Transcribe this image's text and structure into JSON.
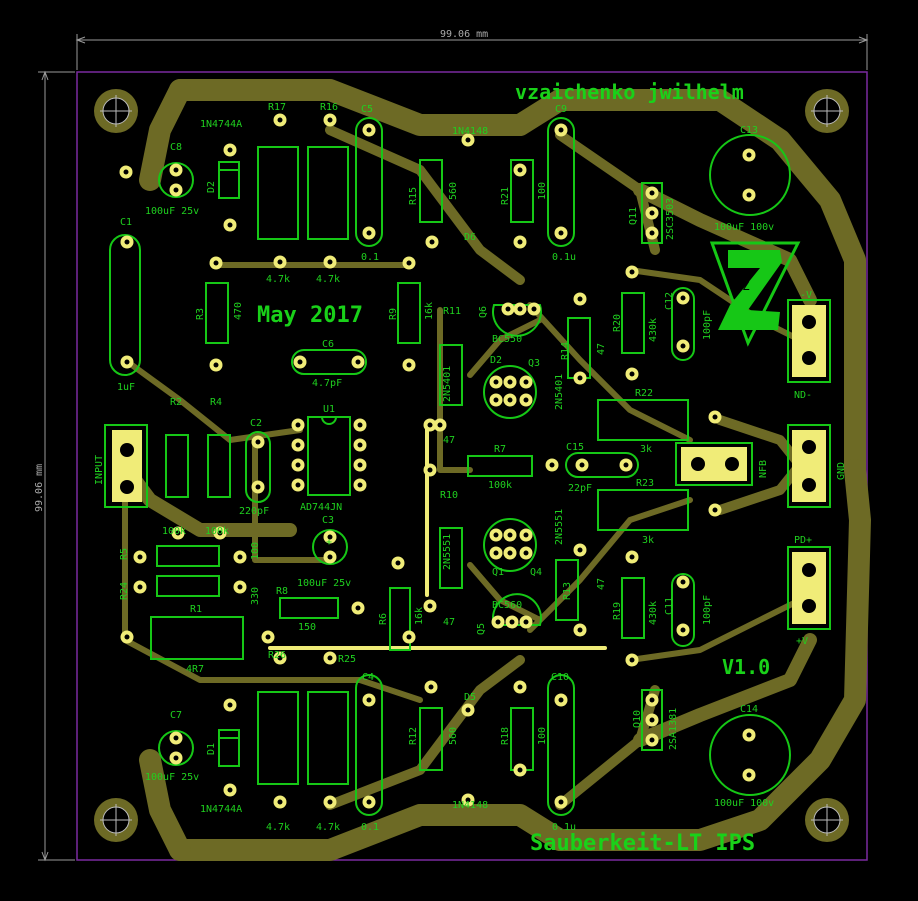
{
  "dimensions": {
    "width": "99.06 mm",
    "height": "99.06 mm"
  },
  "board_title": "Sauberkeit-LT IPS",
  "authors": "vzaichenko jwilhelm",
  "date": "May 2017",
  "version": "V1.0",
  "colors": {
    "background": "#000000",
    "copper": "#6d6a25",
    "pad": "#f0ec78",
    "silkscreen": "#16c716",
    "outline": "#7a2aa0",
    "dimension": "#aaaaaa"
  },
  "logo": "Z",
  "labels": [
    {
      "id": "d2-type",
      "text": "1N4744A"
    },
    {
      "id": "c8-name",
      "text": "C8"
    },
    {
      "id": "c8-val",
      "text": "100uF 25v"
    },
    {
      "id": "d2-name",
      "text": "D2"
    },
    {
      "id": "r17-name",
      "text": "R17"
    },
    {
      "id": "r16-name",
      "text": "R16"
    },
    {
      "id": "r17-val",
      "text": "4.7k"
    },
    {
      "id": "r16-val",
      "text": "4.7k"
    },
    {
      "id": "c5-name",
      "text": "C5"
    },
    {
      "id": "c5-val",
      "text": "0.1"
    },
    {
      "id": "c9-name",
      "text": "C9"
    },
    {
      "id": "c9-val",
      "text": "0.1u"
    },
    {
      "id": "d6-type",
      "text": "1N4148"
    },
    {
      "id": "d6-name",
      "text": "D6"
    },
    {
      "id": "r15-name",
      "text": "R15"
    },
    {
      "id": "r15-val",
      "text": "560"
    },
    {
      "id": "r21-name",
      "text": "R21"
    },
    {
      "id": "r21-val",
      "text": "100"
    },
    {
      "id": "q11-name",
      "text": "Q11"
    },
    {
      "id": "q11-type",
      "text": "2SC3503"
    },
    {
      "id": "c13-name",
      "text": "C13"
    },
    {
      "id": "c13-val",
      "text": "100uF 100v"
    },
    {
      "id": "c1-name",
      "text": "C1"
    },
    {
      "id": "c1-val",
      "text": "1uF"
    },
    {
      "id": "r3-name",
      "text": "R3"
    },
    {
      "id": "r3-val",
      "text": "470"
    },
    {
      "id": "r9-name",
      "text": "R9"
    },
    {
      "id": "r9-val",
      "text": "16k"
    },
    {
      "id": "r11-name",
      "text": "R11"
    },
    {
      "id": "q6-name",
      "text": "Q6"
    },
    {
      "id": "q6-type",
      "text": "BC550"
    },
    {
      "id": "r20-name",
      "text": "R20"
    },
    {
      "id": "r20-val",
      "text": "430k"
    },
    {
      "id": "c12-name",
      "text": "C12"
    },
    {
      "id": "c12-val",
      "text": "100pF"
    },
    {
      "id": "c6-name",
      "text": "C6"
    },
    {
      "id": "c6-val",
      "text": "4.7pF"
    },
    {
      "id": "u1-name",
      "text": "U1"
    },
    {
      "id": "u1-type",
      "text": "AD744JN"
    },
    {
      "id": "d2b-type",
      "text": "2N5401"
    },
    {
      "id": "d2b-name",
      "text": "D2"
    },
    {
      "id": "q3-name",
      "text": "Q3"
    },
    {
      "id": "r14-name",
      "text": "R14"
    },
    {
      "id": "r14-val",
      "text": "47"
    },
    {
      "id": "q3-type",
      "text": "2N5401"
    },
    {
      "id": "r22-name",
      "text": "R22"
    },
    {
      "id": "r22-val",
      "text": "3k"
    },
    {
      "id": "r2-name",
      "text": "R2"
    },
    {
      "id": "r2-val",
      "text": "100k"
    },
    {
      "id": "r4-name",
      "text": "R4"
    },
    {
      "id": "r4-val",
      "text": "100k"
    },
    {
      "id": "c2-name",
      "text": "C2"
    },
    {
      "id": "c2-val",
      "text": "220pF"
    },
    {
      "id": "r7-name",
      "text": "R7"
    },
    {
      "id": "r7-val",
      "text": "100k"
    },
    {
      "id": "r47a",
      "text": "47"
    },
    {
      "id": "c15-name",
      "text": "C15"
    },
    {
      "id": "c15-val",
      "text": "22pF"
    },
    {
      "id": "r23-name",
      "text": "R23"
    },
    {
      "id": "r23-val",
      "text": "3k"
    },
    {
      "id": "input-lbl",
      "text": "INPUT"
    },
    {
      "id": "nfb-lbl",
      "text": "NFB"
    },
    {
      "id": "gnd-lbl",
      "text": "GND"
    },
    {
      "id": "vneg-lbl",
      "text": "-V"
    },
    {
      "id": "nd-lbl",
      "text": "ND-"
    },
    {
      "id": "pd-lbl",
      "text": "PD+"
    },
    {
      "id": "vpos-lbl",
      "text": "+V"
    },
    {
      "id": "r10-name",
      "text": "R10"
    },
    {
      "id": "q1-type",
      "text": "2N5551"
    },
    {
      "id": "q1-name",
      "text": "Q1"
    },
    {
      "id": "q4-type",
      "text": "2N5551"
    },
    {
      "id": "q4-name",
      "text": "Q4"
    },
    {
      "id": "c3-name",
      "text": "C3"
    },
    {
      "id": "c3-val",
      "text": "100uF 25v"
    },
    {
      "id": "r5-name",
      "text": "R5"
    },
    {
      "id": "r5-val",
      "text": "100"
    },
    {
      "id": "r24-name",
      "text": "R24"
    },
    {
      "id": "r24-val",
      "text": "330"
    },
    {
      "id": "r1-name",
      "text": "R1"
    },
    {
      "id": "r1-val",
      "text": "4R7"
    },
    {
      "id": "r8-name",
      "text": "R8"
    },
    {
      "id": "r8-val",
      "text": "150"
    },
    {
      "id": "r6-name",
      "text": "R6"
    },
    {
      "id": "r6-val",
      "text": "16k"
    },
    {
      "id": "r47b",
      "text": "47"
    },
    {
      "id": "q5-type",
      "text": "BC560"
    },
    {
      "id": "q5-name",
      "text": "Q5"
    },
    {
      "id": "r13-name",
      "text": "R13"
    },
    {
      "id": "r13-val",
      "text": "47"
    },
    {
      "id": "r19-name",
      "text": "R19"
    },
    {
      "id": "r19-val",
      "text": "430k"
    },
    {
      "id": "c11-name",
      "text": "C11"
    },
    {
      "id": "c11-val",
      "text": "100pF"
    },
    {
      "id": "r26-name",
      "text": "R26"
    },
    {
      "id": "r25-name",
      "text": "R25"
    },
    {
      "id": "c4-name",
      "text": "C4"
    },
    {
      "id": "c4-val",
      "text": "0.1"
    },
    {
      "id": "c10-name",
      "text": "C10"
    },
    {
      "id": "c10-val",
      "text": "0.1u"
    },
    {
      "id": "d5-name",
      "text": "D5"
    },
    {
      "id": "d5-type",
      "text": "1N4148"
    },
    {
      "id": "r12-name",
      "text": "R12"
    },
    {
      "id": "r12-val",
      "text": "560"
    },
    {
      "id": "r18-name",
      "text": "R18"
    },
    {
      "id": "r18-val",
      "text": "100"
    },
    {
      "id": "q10-name",
      "text": "Q10"
    },
    {
      "id": "q10-type",
      "text": "2SA1381"
    },
    {
      "id": "c14-name",
      "text": "C14"
    },
    {
      "id": "c14-val",
      "text": "100uF 100v"
    },
    {
      "id": "c7-name",
      "text": "C7"
    },
    {
      "id": "c7-val",
      "text": "100uF 25v"
    },
    {
      "id": "d1-name",
      "text": "D1"
    },
    {
      "id": "d1-type",
      "text": "1N4744A"
    },
    {
      "id": "r25-val",
      "text": "4.7k"
    },
    {
      "id": "r26-val",
      "text": "4.7k"
    },
    {
      "id": "c3-plus",
      "text": "+"
    }
  ]
}
